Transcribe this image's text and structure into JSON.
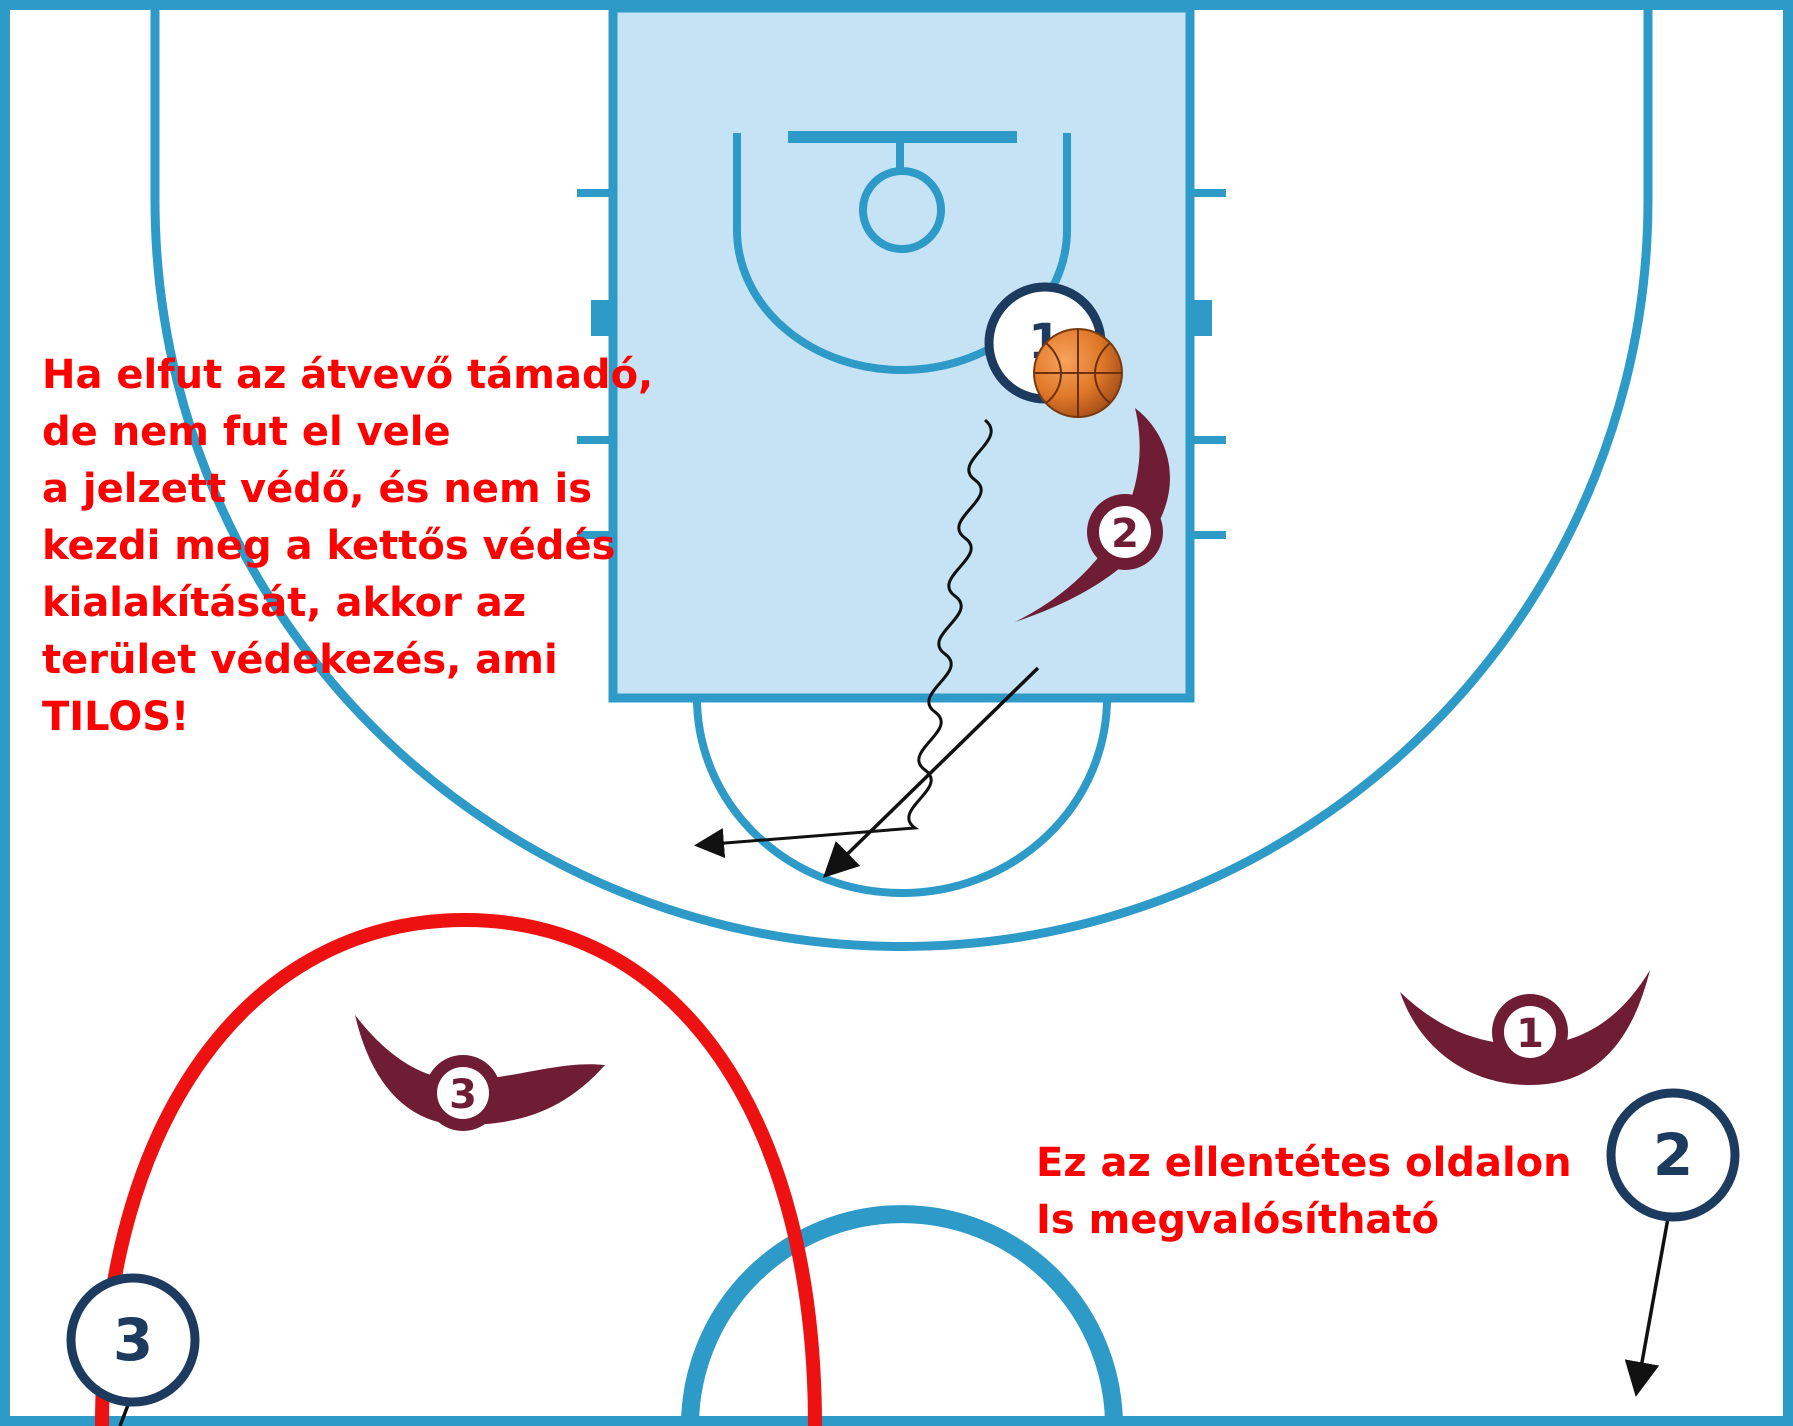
{
  "notes": {
    "main": [
      "Ha elfut az átvevő támadó,",
      "de nem fut el vele",
      "a jelzett védő, és nem is",
      "kezdi meg a kettős védés",
      "kialakítását, akkor az",
      "terület védekezés, ami",
      "TILOS!"
    ],
    "opposite": [
      "Ez az ellentétes oldalon",
      "Is megvalósítható"
    ]
  },
  "attackers": [
    {
      "label": "1",
      "with_ball": true
    },
    {
      "label": "2",
      "with_ball": false
    },
    {
      "label": "3",
      "with_ball": false
    }
  ],
  "defenders": [
    {
      "label": "1"
    },
    {
      "label": "2"
    },
    {
      "label": "3"
    }
  ],
  "colors": {
    "court_line": "#2e9ac8",
    "paint": "#c5e3f5",
    "attacker": "#1d3a5f",
    "defender": "#6e1d35",
    "annotation": "#ff0000",
    "arrow": "#111111",
    "ball": "#e07828"
  },
  "icons": {
    "ball": "basketball-icon"
  }
}
